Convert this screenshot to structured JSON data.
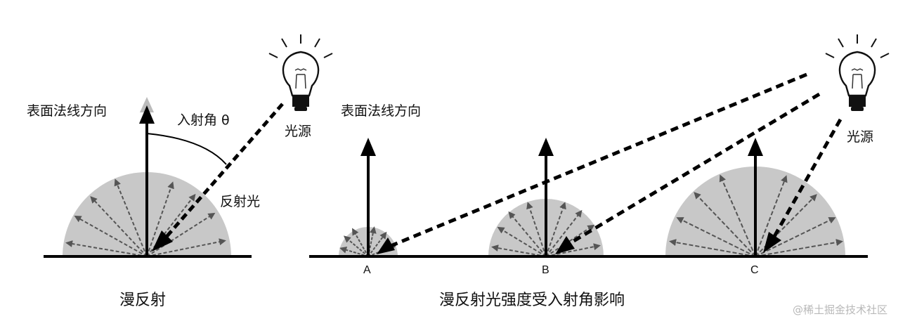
{
  "left_panel": {
    "normal_label": "表面法线方向",
    "incidence_label": "入射角 θ",
    "source_label": "光源",
    "reflected_label": "反射光",
    "caption": "漫反射"
  },
  "right_panel": {
    "normal_label": "表面法线方向",
    "source_label": "光源",
    "point_labels": [
      "A",
      "B",
      "C"
    ],
    "caption": "漫反射光强度受入射角影响"
  },
  "watermark": "@稀土掘金技术社区",
  "colors": {
    "hemisphere": "#c8c8c8",
    "scatter_arrow": "#6e6e6e",
    "line": "#000000"
  },
  "icons": [
    "light-bulb-icon",
    "light-bulb-icon"
  ]
}
